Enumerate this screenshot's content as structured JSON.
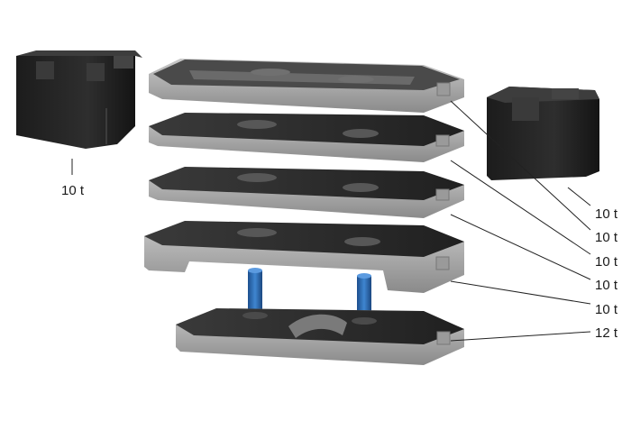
{
  "colors": {
    "block_dark": "#262626",
    "block_side": "#1a1a1a",
    "plate_top": "#2b2b2b",
    "plate_side_light": "#b9b9b9",
    "plate_side_dark": "#8f8f8f",
    "pin_blue": "#2d6fb8",
    "leader_line": "#222222",
    "text": "#1a1a1a"
  },
  "labels": {
    "left_block": "10 t",
    "right_block": "10 t",
    "plate_1": "10 t",
    "plate_2": "10 t",
    "plate_3": "10 t",
    "plate_4": "10 t",
    "base_plate": "12 t"
  }
}
